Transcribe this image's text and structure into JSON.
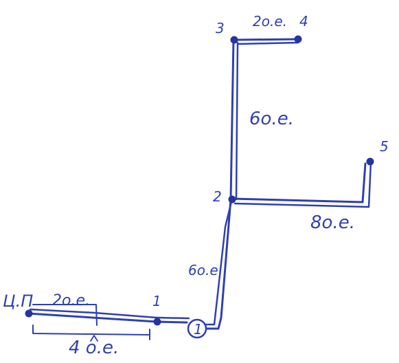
{
  "nodes": [
    {
      "id": "center",
      "label": "Ц.П"
    },
    {
      "id": "n1",
      "label": "1"
    },
    {
      "id": "n2",
      "label": "2"
    },
    {
      "id": "n3",
      "label": "3"
    },
    {
      "id": "n4",
      "label": "4"
    },
    {
      "id": "n5",
      "label": "5"
    }
  ],
  "segments": [
    {
      "id": "seg-center-1",
      "label": "2o.e."
    },
    {
      "id": "seg-center-1-total",
      "label": "4 o.e."
    },
    {
      "id": "seg-1-2",
      "label": "6o.e"
    },
    {
      "id": "seg-2-3",
      "label": "6o.e."
    },
    {
      "id": "seg-3-4",
      "label": "2o.e."
    },
    {
      "id": "seg-2-5",
      "label": "8o.e."
    }
  ],
  "marker": {
    "label": "1"
  },
  "colors": {
    "ink": "#2e3fb3",
    "background": "#ffffff"
  }
}
